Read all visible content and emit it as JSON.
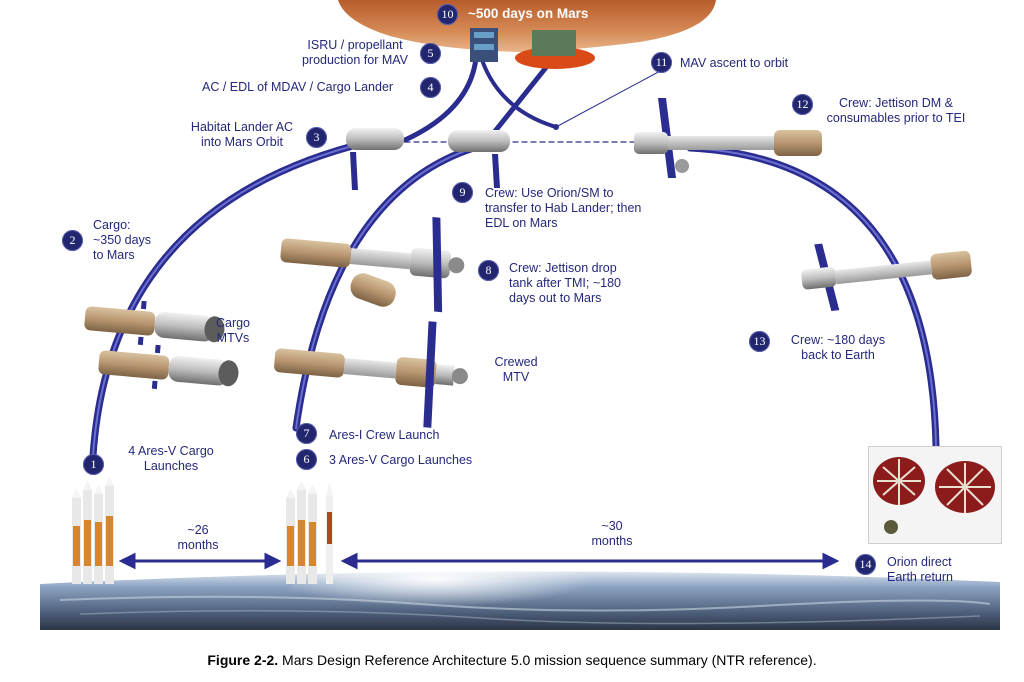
{
  "colors": {
    "arc_blue": "#2a2d8f",
    "badge_fill": "#22266f",
    "label_text": "#25287a",
    "mars": "#c8703a",
    "earth_horizon": "#8fa6c4"
  },
  "mars_banner": {
    "number": "10",
    "text": "~500 days on Mars"
  },
  "steps": [
    {
      "number": "1",
      "label": "4 Ares-V Cargo\nLaunches"
    },
    {
      "number": "2",
      "label": "Cargo:\n~350 days\nto Mars"
    },
    {
      "number": "3",
      "label": "Habitat Lander AC\ninto Mars Orbit"
    },
    {
      "number": "4",
      "label": "AC / EDL of MDAV / Cargo Lander"
    },
    {
      "number": "5",
      "label": "ISRU / propellant\nproduction for MAV"
    },
    {
      "number": "6",
      "label": "3 Ares-V Cargo Launches"
    },
    {
      "number": "7",
      "label": "Ares-I Crew Launch"
    },
    {
      "number": "8",
      "label": "Crew: Jettison drop\ntank after TMI; ~180\ndays out to Mars"
    },
    {
      "number": "9",
      "label": "Crew: Use Orion/SM to\ntransfer to Hab Lander; then\nEDL on Mars"
    },
    {
      "number": "11",
      "label": "MAV ascent to orbit"
    },
    {
      "number": "12",
      "label": "Crew: Jettison DM &\nconsumables prior to TEI"
    },
    {
      "number": "13",
      "label": "Crew: ~180 days\nback to Earth"
    },
    {
      "number": "14",
      "label": "Orion direct\nEarth return"
    }
  ],
  "vehicle_labels": {
    "cargo_mtvs": "Cargo\nMTVs",
    "crewed_mtv": "Crewed\nMTV"
  },
  "durations": {
    "first": "~26\nmonths",
    "second": "~30\nmonths"
  },
  "caption": {
    "figure": "Figure 2-2.",
    "text": " Mars Design Reference Architecture 5.0 mission sequence summary (NTR reference)."
  }
}
